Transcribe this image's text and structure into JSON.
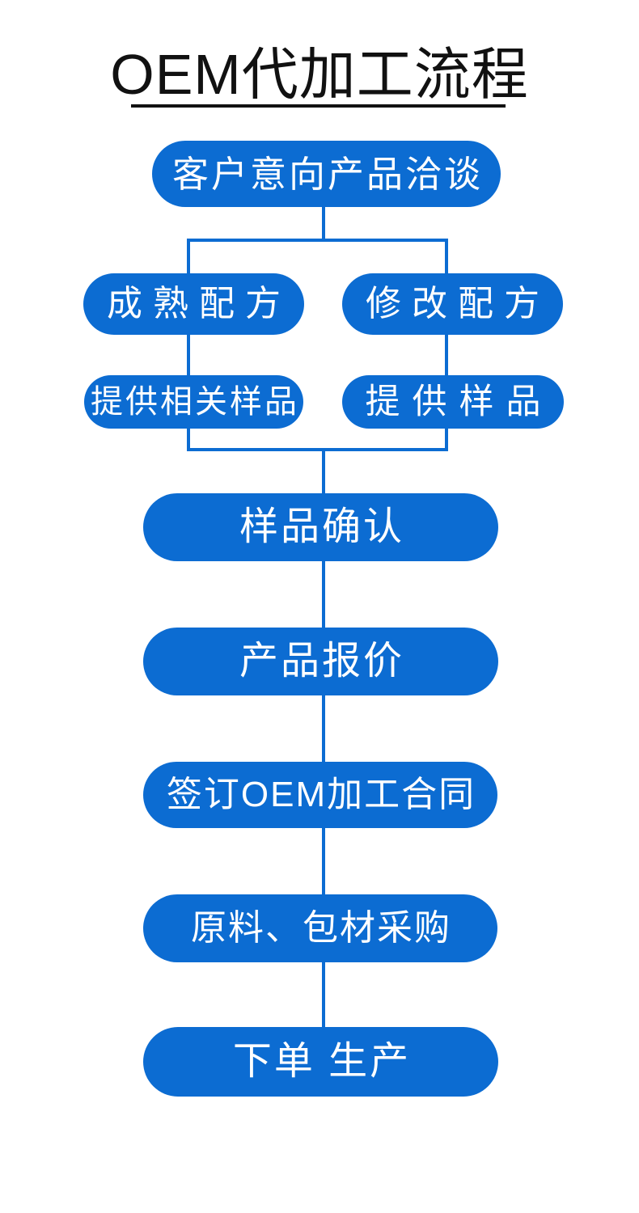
{
  "header": {
    "title": "OEM代加工流程"
  },
  "colors": {
    "accent_blue": "#0c6cd2",
    "text_on_blue": "#ffffff",
    "title_black": "#111111",
    "background": "#ffffff"
  },
  "flow": {
    "node_negotiation": "客户意向产品洽谈",
    "node_mature_formula": "成熟配方",
    "node_modify_formula": "修改配方",
    "node_provide_related_samples": "提供相关样品",
    "node_provide_samples": "提供样品",
    "node_sample_confirm": "样品确认",
    "node_product_quote": "产品报价",
    "node_sign_contract": "签订OEM加工合同",
    "node_material_purchase": "原料、包材采购",
    "node_order_production": "下单 生产"
  }
}
